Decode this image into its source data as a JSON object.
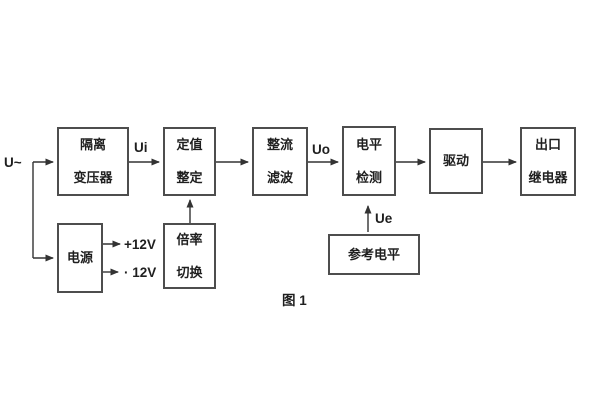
{
  "figure": {
    "caption": "图 1"
  },
  "signals": {
    "input": "U~",
    "ui": "Ui",
    "uo": "Uo",
    "ue": "Ue",
    "rail_pos": "+12V",
    "rail_neg": "· 12V"
  },
  "blocks": {
    "isolation_transformer": {
      "line1": "隔离",
      "line2": "变压器"
    },
    "setting_adjust": {
      "line1": "定值",
      "line2": "整定"
    },
    "rectifier_filter": {
      "line1": "整流",
      "line2": "滤波"
    },
    "level_detect": {
      "line1": "电平",
      "line2": "检测"
    },
    "drive": {
      "label": "驱动"
    },
    "output_relay": {
      "line1": "出口",
      "line2": "继电器"
    },
    "power_supply": {
      "label": "电源"
    },
    "ratio_switch": {
      "line1": "倍率",
      "line2": "切换"
    },
    "reference_level": {
      "label": "参考电平"
    }
  },
  "colors": {
    "background": "#ffffff",
    "line": "#333333",
    "border": "#4d4d4d",
    "text": "#1f1f1f"
  }
}
